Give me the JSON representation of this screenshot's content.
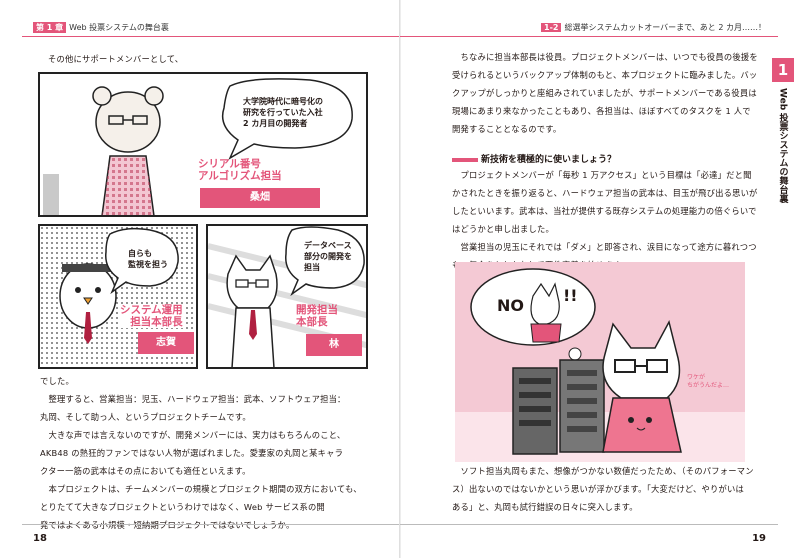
{
  "left_page": {
    "running_head": {
      "chapter_label": "第 1 章",
      "chapter_title": "Web 投票システムの舞台裏"
    },
    "intro": "その他にサポートメンバーとして、",
    "panels": [
      {
        "bubble_lines": [
          "大学院時代に暗号化の",
          "研究を行っていた入社",
          "2 カ月目の開発者"
        ],
        "role_lines": [
          "シリアル番号",
          "アルゴリズム担当"
        ],
        "name": "桑畑"
      },
      {
        "bubble_lines": [
          "自らも",
          "監視を担う"
        ],
        "role_lines": [
          "システム運用",
          "担当本部長"
        ],
        "name": "志賀"
      },
      {
        "bubble_lines": [
          "データベース",
          "部分の開発を",
          "担当"
        ],
        "role_lines": [
          "開発担当",
          "本部長"
        ],
        "name": "林"
      }
    ],
    "body_lines": [
      "でした。",
      "　整理すると、営業担当：児玉、ハードウェア担当：武本、ソフトウェア担当：",
      "丸岡、そして助っ人、というプロジェクトチームです。",
      "　大きな声では言えないのですが、開発メンバーには、実力はもちろんのこと、",
      "AKB48 の熱狂的ファンではない人物が選ばれました。愛妻家の丸岡と某キャラ",
      "クター一筋の武本はその点においても適任といえます。",
      "　本プロジェクトは、チームメンバーの規模とプロジェクト期間の双方においても、",
      "とりたてて大きなプロジェクトというわけではなく、Web サービス系の開",
      "発ではよくある小規模・短納期プロジェクトではないでしょうか。"
    ],
    "folio": "18"
  },
  "right_page": {
    "running_head": {
      "section_label": "1-2",
      "section_title": "総選挙システムカットオーバーまで、あと 2 カ月……！"
    },
    "chapter_tab": {
      "number": "1",
      "label": "Web 投票システムの舞台裏"
    },
    "para1_lines": [
      "　ちなみに担当本部長は役員。プロジェクトメンバーは、いつでも役員の後援を",
      "受けられるというバックアップ体制のもと、本プロジェクトに臨みました。バッ",
      "クアップがしっかりと座組みされていましたが、サポートメンバーである役員は",
      "現場にあまり来なかったこともあり、各担当は、ほぼすべてのタスクを 1 人で",
      "開発することとなるのです。"
    ],
    "subheading": "新技術を積極的に使いましょう？",
    "para2_lines": [
      "　プロジェクトメンバーが「毎秒 1 万アクセス」という目標は「必達」だと聞",
      "かされたときを振り返ると、ハードウェア担当の武本は、目玉が飛び出る思いが",
      "したといいます。武本は、当社が提供する既存システムの処理能力の倍ぐらいで",
      "はどうかと申し出ました。",
      "　営業担当の児玉にそれでは「ダメ」と即答され、涙目になって途方に暮れつつ",
      "も、気合を入れなおして要件定義を始めます。"
    ],
    "illustration": {
      "thought_text": "NO",
      "exclaim": "!!",
      "caption": "ワケが\nちがうんだよ…"
    },
    "para3_lines": [
      "　ソフト担当丸岡もまた、想像がつかない数値だったため、（そのパフォーマン",
      "ス）出ないのではないかという思いが浮かびます。「大変だけど、やりがいは",
      "ある」と、丸岡も試行錯誤の日々に突入します。"
    ],
    "folio": "19"
  },
  "colors": {
    "accent": "#e3557a",
    "text": "#231815"
  }
}
